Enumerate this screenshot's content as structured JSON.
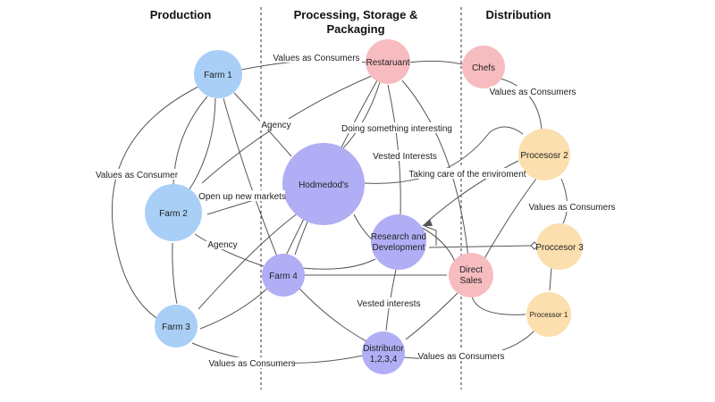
{
  "columns": {
    "production": "Production",
    "processing_line1": "Processing, Storage &",
    "processing_line2": "Packaging",
    "distribution": "Distribution"
  },
  "colors": {
    "blue": "#a9cff7",
    "purple": "#b1aef5",
    "pink": "#f7bcbf",
    "orange": "#fbdfae",
    "edge": "#555555"
  },
  "nodes": {
    "farm1": {
      "label": "Farm 1",
      "color": "blue"
    },
    "farm2": {
      "label": "Farm 2",
      "color": "blue"
    },
    "farm3": {
      "label": "Farm 3",
      "color": "blue"
    },
    "farm4": {
      "label": "Farm 4",
      "color": "purple"
    },
    "hodmedods": {
      "label": "Hodmedod's",
      "color": "purple"
    },
    "research": {
      "line1": "Research and",
      "line2": "Development",
      "color": "purple"
    },
    "distributor": {
      "line1": "Distributor",
      "line2": "1,2,3,4",
      "color": "purple"
    },
    "restaurant": {
      "label": "Restaruant",
      "color": "pink"
    },
    "direct_sales": {
      "line1": "Direct",
      "line2": "Sales",
      "color": "pink"
    },
    "chefs": {
      "label": "Chefs",
      "color": "pink"
    },
    "procesor2": {
      "label": "Procesosr 2",
      "color": "orange"
    },
    "proccesor3": {
      "label": "Proccesor 3",
      "color": "orange"
    },
    "processor1": {
      "label": "Processor 1",
      "color": "orange"
    }
  },
  "edge_labels": {
    "values_consumers_top": "Values as Consumers",
    "values_consumer_left": "Values as Consumer",
    "agency_top": "Agency",
    "doing_something": "Doing something interesting",
    "values_consumers_chefs": "Values as Consumers",
    "vested_interests_top": "Vested Interests",
    "taking_care": "Taking care of the enviroment",
    "open_markets": "Open up new markets",
    "agency_mid": "Agency",
    "values_consumers_right": "Values as Consumers",
    "vested_interests_bottom": "Vested interests",
    "values_consumers_bottom_left": "Values as Consumers",
    "values_consumers_bottom_right": "Values as Consumers"
  }
}
